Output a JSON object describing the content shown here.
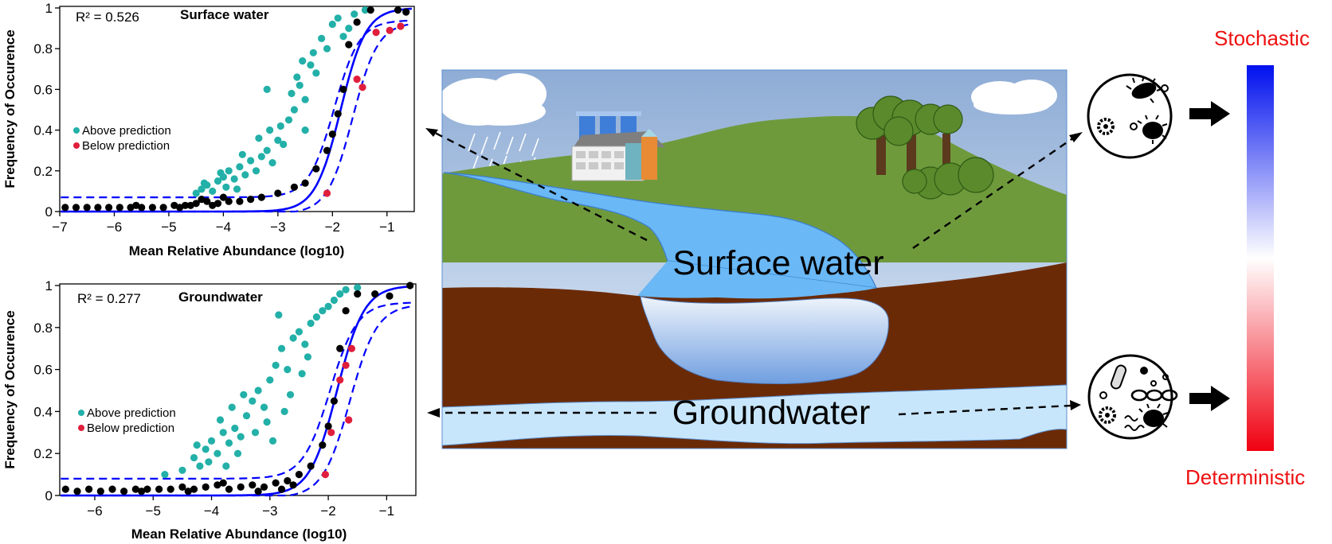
{
  "colors": {
    "above": "#23b0a8",
    "below": "#e01e3c",
    "neutral": "#000000",
    "fit": "#0000ff",
    "sky_top": "#8fadd6",
    "grass": "#6f9a3c",
    "soil": "#6b2a06",
    "water": "#6ab8f5",
    "groundwater": "#c8e6fb",
    "scale_top": "#0000ff",
    "scale_bottom": "#ff0000"
  },
  "scene": {
    "surface_label": "Surface water",
    "ground_label": "Groundwater"
  },
  "scale": {
    "top_label": "Stochastic",
    "bottom_label": "Deterministic"
  },
  "chart_data": [
    {
      "type": "scatter",
      "title": "Surface water",
      "stat": "R² = 0.526",
      "xlabel": "Mean Relative Abundance (log10)",
      "ylabel": "Frequency of Occurence",
      "xlim": [
        -7,
        -0.5
      ],
      "ylim": [
        0,
        1
      ],
      "xticks": [
        -7,
        -6,
        -5,
        -4,
        -3,
        -2,
        -1
      ],
      "yticks": [
        0,
        0.2,
        0.4,
        0.6,
        0.8,
        1
      ],
      "ytick_labels": [
        "0",
        "0.2",
        "0.4",
        "0.6",
        "0.8",
        "1"
      ],
      "legend": [
        {
          "name": "Above prediction",
          "color": "#23b0a8"
        },
        {
          "name": "Below prediction",
          "color": "#e01e3c"
        }
      ],
      "legend_position": "center-left",
      "fit": {
        "center": -1.85,
        "steepness": 4.3,
        "upper": 1.0,
        "lower_band": 0.07,
        "band_upper": 0.94
      },
      "series": [
        {
          "name": "Above prediction",
          "points": [
            [
              -4.5,
              0.09
            ],
            [
              -4.4,
              0.11
            ],
            [
              -4.3,
              0.13
            ],
            [
              -4.2,
              0.1
            ],
            [
              -4.1,
              0.15
            ],
            [
              -4.0,
              0.17
            ],
            [
              -3.9,
              0.2
            ],
            [
              -3.8,
              0.16
            ],
            [
              -3.7,
              0.22
            ],
            [
              -3.6,
              0.18
            ],
            [
              -3.5,
              0.25
            ],
            [
              -3.4,
              0.2
            ],
            [
              -3.3,
              0.27
            ],
            [
              -3.2,
              0.3
            ],
            [
              -3.1,
              0.24
            ],
            [
              -3.0,
              0.35
            ],
            [
              -2.9,
              0.33
            ],
            [
              -2.8,
              0.45
            ],
            [
              -2.7,
              0.5
            ],
            [
              -2.6,
              0.62
            ],
            [
              -2.5,
              0.55
            ],
            [
              -2.4,
              0.72
            ],
            [
              -2.3,
              0.68
            ],
            [
              -2.2,
              0.85
            ],
            [
              -2.1,
              0.8
            ],
            [
              -2.0,
              0.92
            ],
            [
              -1.9,
              0.95
            ],
            [
              -1.8,
              0.86
            ],
            [
              -1.6,
              0.97
            ],
            [
              -1.4,
              0.99
            ],
            [
              -4.35,
              0.14
            ],
            [
              -3.95,
              0.12
            ],
            [
              -3.65,
              0.28
            ],
            [
              -3.35,
              0.36
            ],
            [
              -3.15,
              0.4
            ],
            [
              -2.95,
              0.42
            ],
            [
              -2.75,
              0.58
            ],
            [
              -2.55,
              0.74
            ],
            [
              -2.35,
              0.78
            ],
            [
              -3.2,
              0.6
            ],
            [
              -2.5,
              0.4
            ],
            [
              -4.05,
              0.19
            ],
            [
              -3.75,
              0.11
            ],
            [
              -2.65,
              0.66
            ],
            [
              -1.7,
              0.9
            ]
          ]
        },
        {
          "name": "Below prediction",
          "points": [
            [
              -2.1,
              0.09
            ],
            [
              -1.55,
              0.65
            ],
            [
              -1.45,
              0.61
            ],
            [
              -1.2,
              0.88
            ],
            [
              -0.95,
              0.89
            ],
            [
              -0.75,
              0.91
            ]
          ]
        },
        {
          "name": "",
          "points": [
            [
              -6.9,
              0.02
            ],
            [
              -6.7,
              0.02
            ],
            [
              -6.5,
              0.02
            ],
            [
              -6.3,
              0.02
            ],
            [
              -6.1,
              0.02
            ],
            [
              -5.9,
              0.02
            ],
            [
              -5.7,
              0.02
            ],
            [
              -5.5,
              0.02
            ],
            [
              -5.3,
              0.02
            ],
            [
              -5.1,
              0.02
            ],
            [
              -4.9,
              0.03
            ],
            [
              -4.7,
              0.03
            ],
            [
              -4.5,
              0.04
            ],
            [
              -4.3,
              0.05
            ],
            [
              -4.1,
              0.04
            ],
            [
              -3.9,
              0.05
            ],
            [
              -3.7,
              0.05
            ],
            [
              -3.5,
              0.06
            ],
            [
              -3.3,
              0.07
            ],
            [
              -3.0,
              0.09
            ],
            [
              -2.7,
              0.12
            ],
            [
              -2.5,
              0.14
            ],
            [
              -2.3,
              0.21
            ],
            [
              -2.1,
              0.3
            ],
            [
              -2.0,
              0.38
            ],
            [
              -1.9,
              0.48
            ],
            [
              -1.8,
              0.6
            ],
            [
              -1.7,
              0.82
            ],
            [
              -1.55,
              0.93
            ],
            [
              -1.3,
              0.99
            ],
            [
              -0.8,
              0.99
            ],
            [
              -0.65,
              0.98
            ],
            [
              -5.6,
              0.03
            ],
            [
              -4.8,
              0.02
            ],
            [
              -4.6,
              0.03
            ],
            [
              -4.4,
              0.06
            ],
            [
              -4.2,
              0.03
            ],
            [
              -4.0,
              0.07
            ]
          ]
        }
      ]
    },
    {
      "type": "scatter",
      "title": "Groundwater",
      "stat": "R² = 0.277",
      "xlabel": "Mean Relative Abundance (log10)",
      "ylabel": "Frequency of Occurence",
      "xlim": [
        -6.6,
        -0.5
      ],
      "ylim": [
        0,
        1
      ],
      "xticks": [
        -6,
        -5,
        -4,
        -3,
        -2,
        -1
      ],
      "yticks": [
        0,
        0.2,
        0.4,
        0.6,
        0.8,
        1
      ],
      "ytick_labels": [
        "0",
        "0.2",
        "0.4",
        "0.6",
        "0.8",
        "1"
      ],
      "legend": [
        {
          "name": "Above prediction",
          "color": "#23b0a8"
        },
        {
          "name": "Below prediction",
          "color": "#e01e3c"
        }
      ],
      "legend_position": "center-left",
      "fit": {
        "center": -1.85,
        "steepness": 4.3,
        "upper": 1.0,
        "lower_band": 0.08,
        "band_upper": 0.92
      },
      "series": [
        {
          "name": "Above prediction",
          "points": [
            [
              -4.8,
              0.1
            ],
            [
              -4.5,
              0.12
            ],
            [
              -4.3,
              0.18
            ],
            [
              -4.2,
              0.14
            ],
            [
              -4.1,
              0.22
            ],
            [
              -4.0,
              0.26
            ],
            [
              -3.9,
              0.2
            ],
            [
              -3.8,
              0.3
            ],
            [
              -3.7,
              0.25
            ],
            [
              -3.6,
              0.32
            ],
            [
              -3.5,
              0.28
            ],
            [
              -3.4,
              0.38
            ],
            [
              -3.3,
              0.45
            ],
            [
              -3.2,
              0.5
            ],
            [
              -3.1,
              0.42
            ],
            [
              -3.0,
              0.55
            ],
            [
              -2.9,
              0.62
            ],
            [
              -2.8,
              0.7
            ],
            [
              -2.7,
              0.6
            ],
            [
              -2.6,
              0.75
            ],
            [
              -2.5,
              0.78
            ],
            [
              -2.4,
              0.72
            ],
            [
              -2.3,
              0.82
            ],
            [
              -2.2,
              0.85
            ],
            [
              -2.1,
              0.88
            ],
            [
              -2.0,
              0.9
            ],
            [
              -1.9,
              0.93
            ],
            [
              -1.8,
              0.96
            ],
            [
              -1.7,
              0.98
            ],
            [
              -1.5,
              0.99
            ],
            [
              -4.05,
              0.16
            ],
            [
              -3.85,
              0.36
            ],
            [
              -3.65,
              0.42
            ],
            [
              -3.45,
              0.48
            ],
            [
              -3.25,
              0.3
            ],
            [
              -3.05,
              0.35
            ],
            [
              -2.85,
              0.86
            ],
            [
              -2.65,
              0.48
            ],
            [
              -2.45,
              0.58
            ],
            [
              -3.55,
              0.2
            ],
            [
              -4.25,
              0.24
            ],
            [
              -3.75,
              0.14
            ],
            [
              -2.95,
              0.26
            ],
            [
              -2.75,
              0.4
            ],
            [
              -2.35,
              0.66
            ]
          ]
        },
        {
          "name": "Below prediction",
          "points": [
            [
              -2.05,
              0.1
            ],
            [
              -1.95,
              0.3
            ],
            [
              -1.8,
              0.55
            ],
            [
              -1.7,
              0.62
            ],
            [
              -1.6,
              0.7
            ],
            [
              -1.65,
              0.36
            ]
          ]
        },
        {
          "name": "",
          "points": [
            [
              -6.5,
              0.03
            ],
            [
              -6.3,
              0.02
            ],
            [
              -6.1,
              0.03
            ],
            [
              -5.9,
              0.02
            ],
            [
              -5.7,
              0.03
            ],
            [
              -5.5,
              0.02
            ],
            [
              -5.3,
              0.03
            ],
            [
              -5.1,
              0.03
            ],
            [
              -4.9,
              0.03
            ],
            [
              -4.7,
              0.03
            ],
            [
              -4.5,
              0.04
            ],
            [
              -4.3,
              0.03
            ],
            [
              -4.1,
              0.04
            ],
            [
              -3.9,
              0.05
            ],
            [
              -3.7,
              0.03
            ],
            [
              -3.5,
              0.04
            ],
            [
              -3.3,
              0.05
            ],
            [
              -3.1,
              0.04
            ],
            [
              -2.9,
              0.06
            ],
            [
              -2.7,
              0.07
            ],
            [
              -2.5,
              0.1
            ],
            [
              -2.3,
              0.14
            ],
            [
              -2.1,
              0.24
            ],
            [
              -2.0,
              0.33
            ],
            [
              -1.9,
              0.45
            ],
            [
              -1.8,
              0.7
            ],
            [
              -1.7,
              0.88
            ],
            [
              -1.5,
              0.96
            ],
            [
              -1.2,
              0.96
            ],
            [
              -0.95,
              0.95
            ],
            [
              -0.6,
              1.0
            ],
            [
              -5.2,
              0.02
            ],
            [
              -4.4,
              0.02
            ],
            [
              -3.8,
              0.06
            ],
            [
              -3.2,
              0.02
            ],
            [
              -2.8,
              0.03
            ],
            [
              -2.6,
              0.05
            ]
          ]
        }
      ]
    }
  ]
}
